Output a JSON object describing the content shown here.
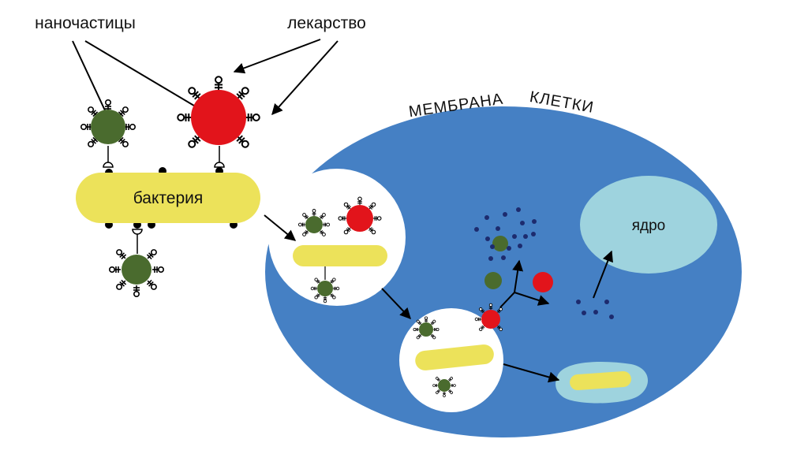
{
  "labels": {
    "nanoparticles": "наночастицы",
    "drug": "лекарство",
    "membrane": "МЕМБРАНА",
    "cell": "КЛЕТКИ",
    "bacterium": "бактерия",
    "nucleus": "ядро"
  },
  "colors": {
    "cell": "#4580c4",
    "nucleus": "#9ed3de",
    "bacterium": "#ece25a",
    "nanoparticle_green": "#4a6b2e",
    "drug_red": "#e2141b",
    "dots": "#1d2b6e",
    "vesicle": "#ffffff"
  }
}
